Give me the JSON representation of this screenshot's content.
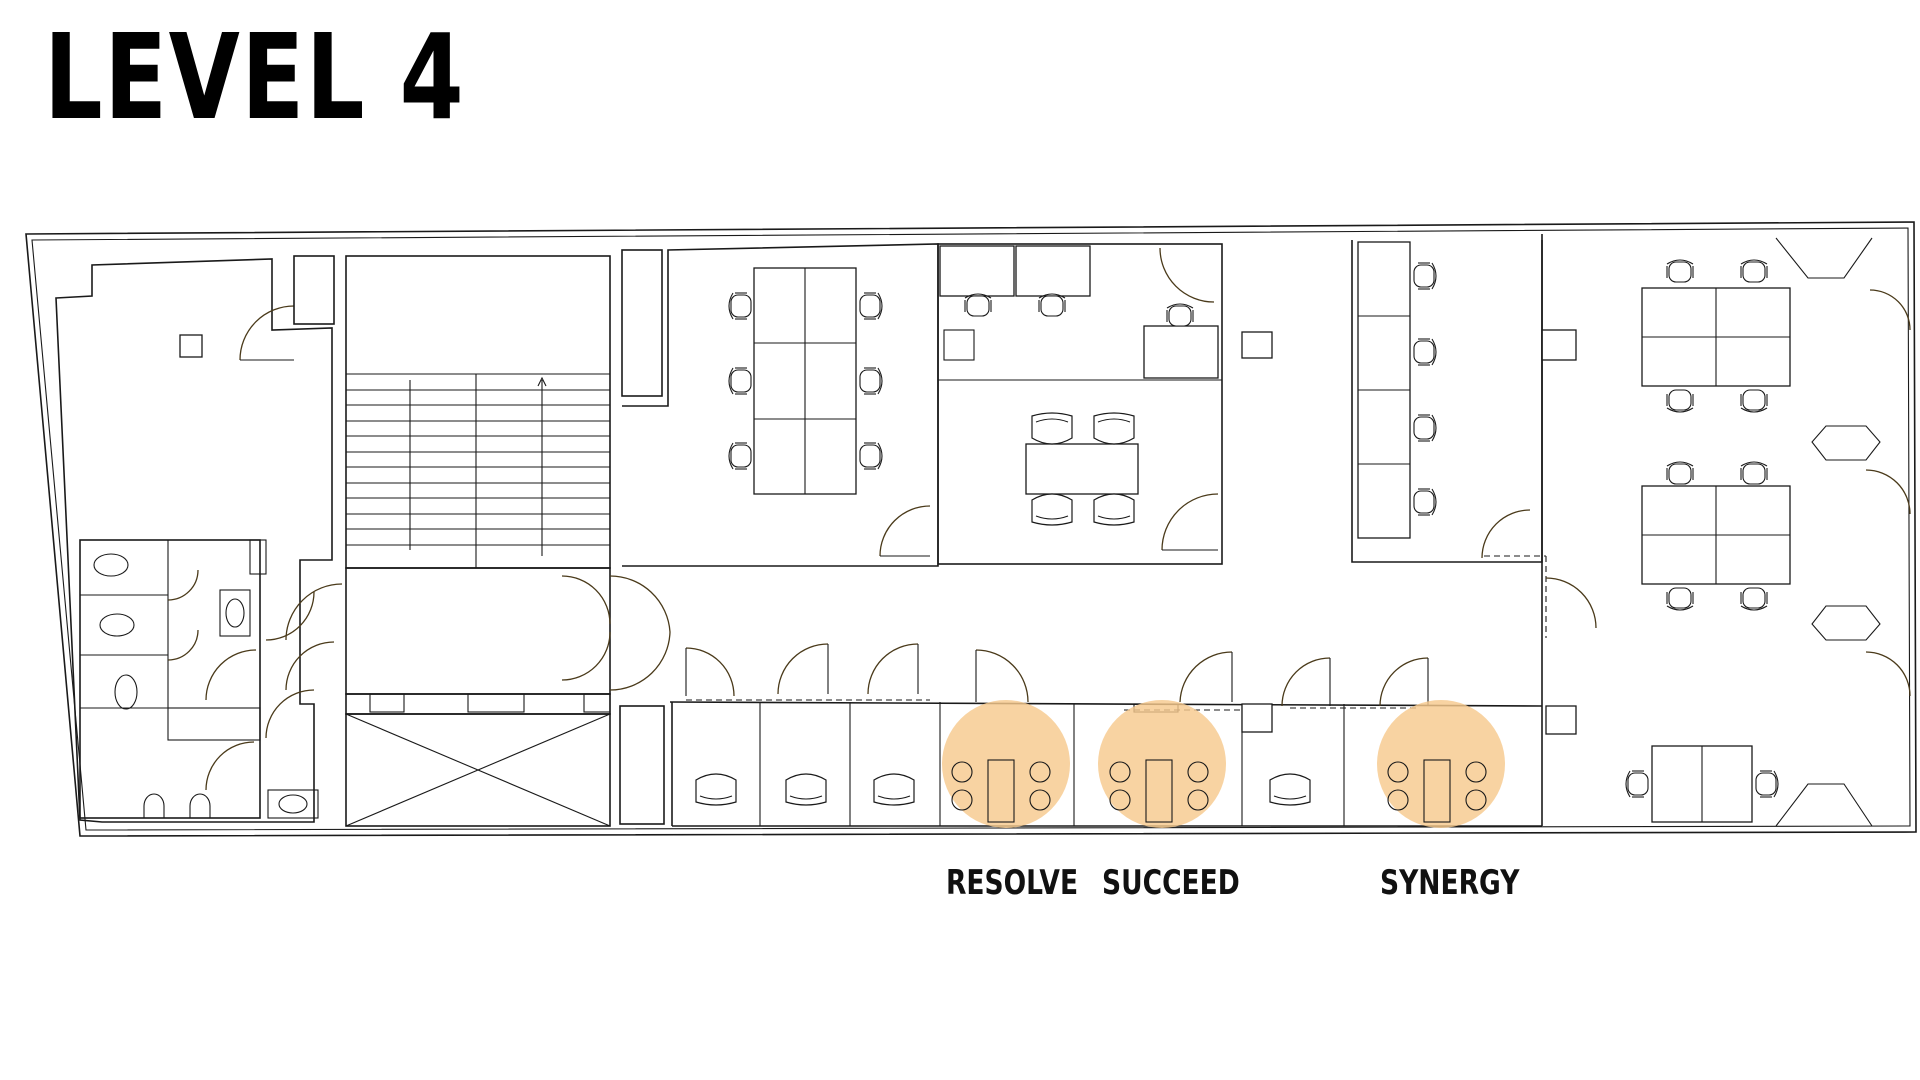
{
  "floor": {
    "title": "LEVEL 4"
  },
  "rooms": [
    {
      "name": "RESOLVE"
    },
    {
      "name": "SUCCEED"
    },
    {
      "name": "SYNERGY"
    }
  ],
  "colors": {
    "highlight": "#f6c98e",
    "line": "#1a1a1a",
    "background": "#ffffff"
  },
  "icons": [
    "chair-icon",
    "toilet-icon",
    "sink-icon",
    "door-swing-icon",
    "staircase-icon",
    "lift-shaft-icon"
  ]
}
